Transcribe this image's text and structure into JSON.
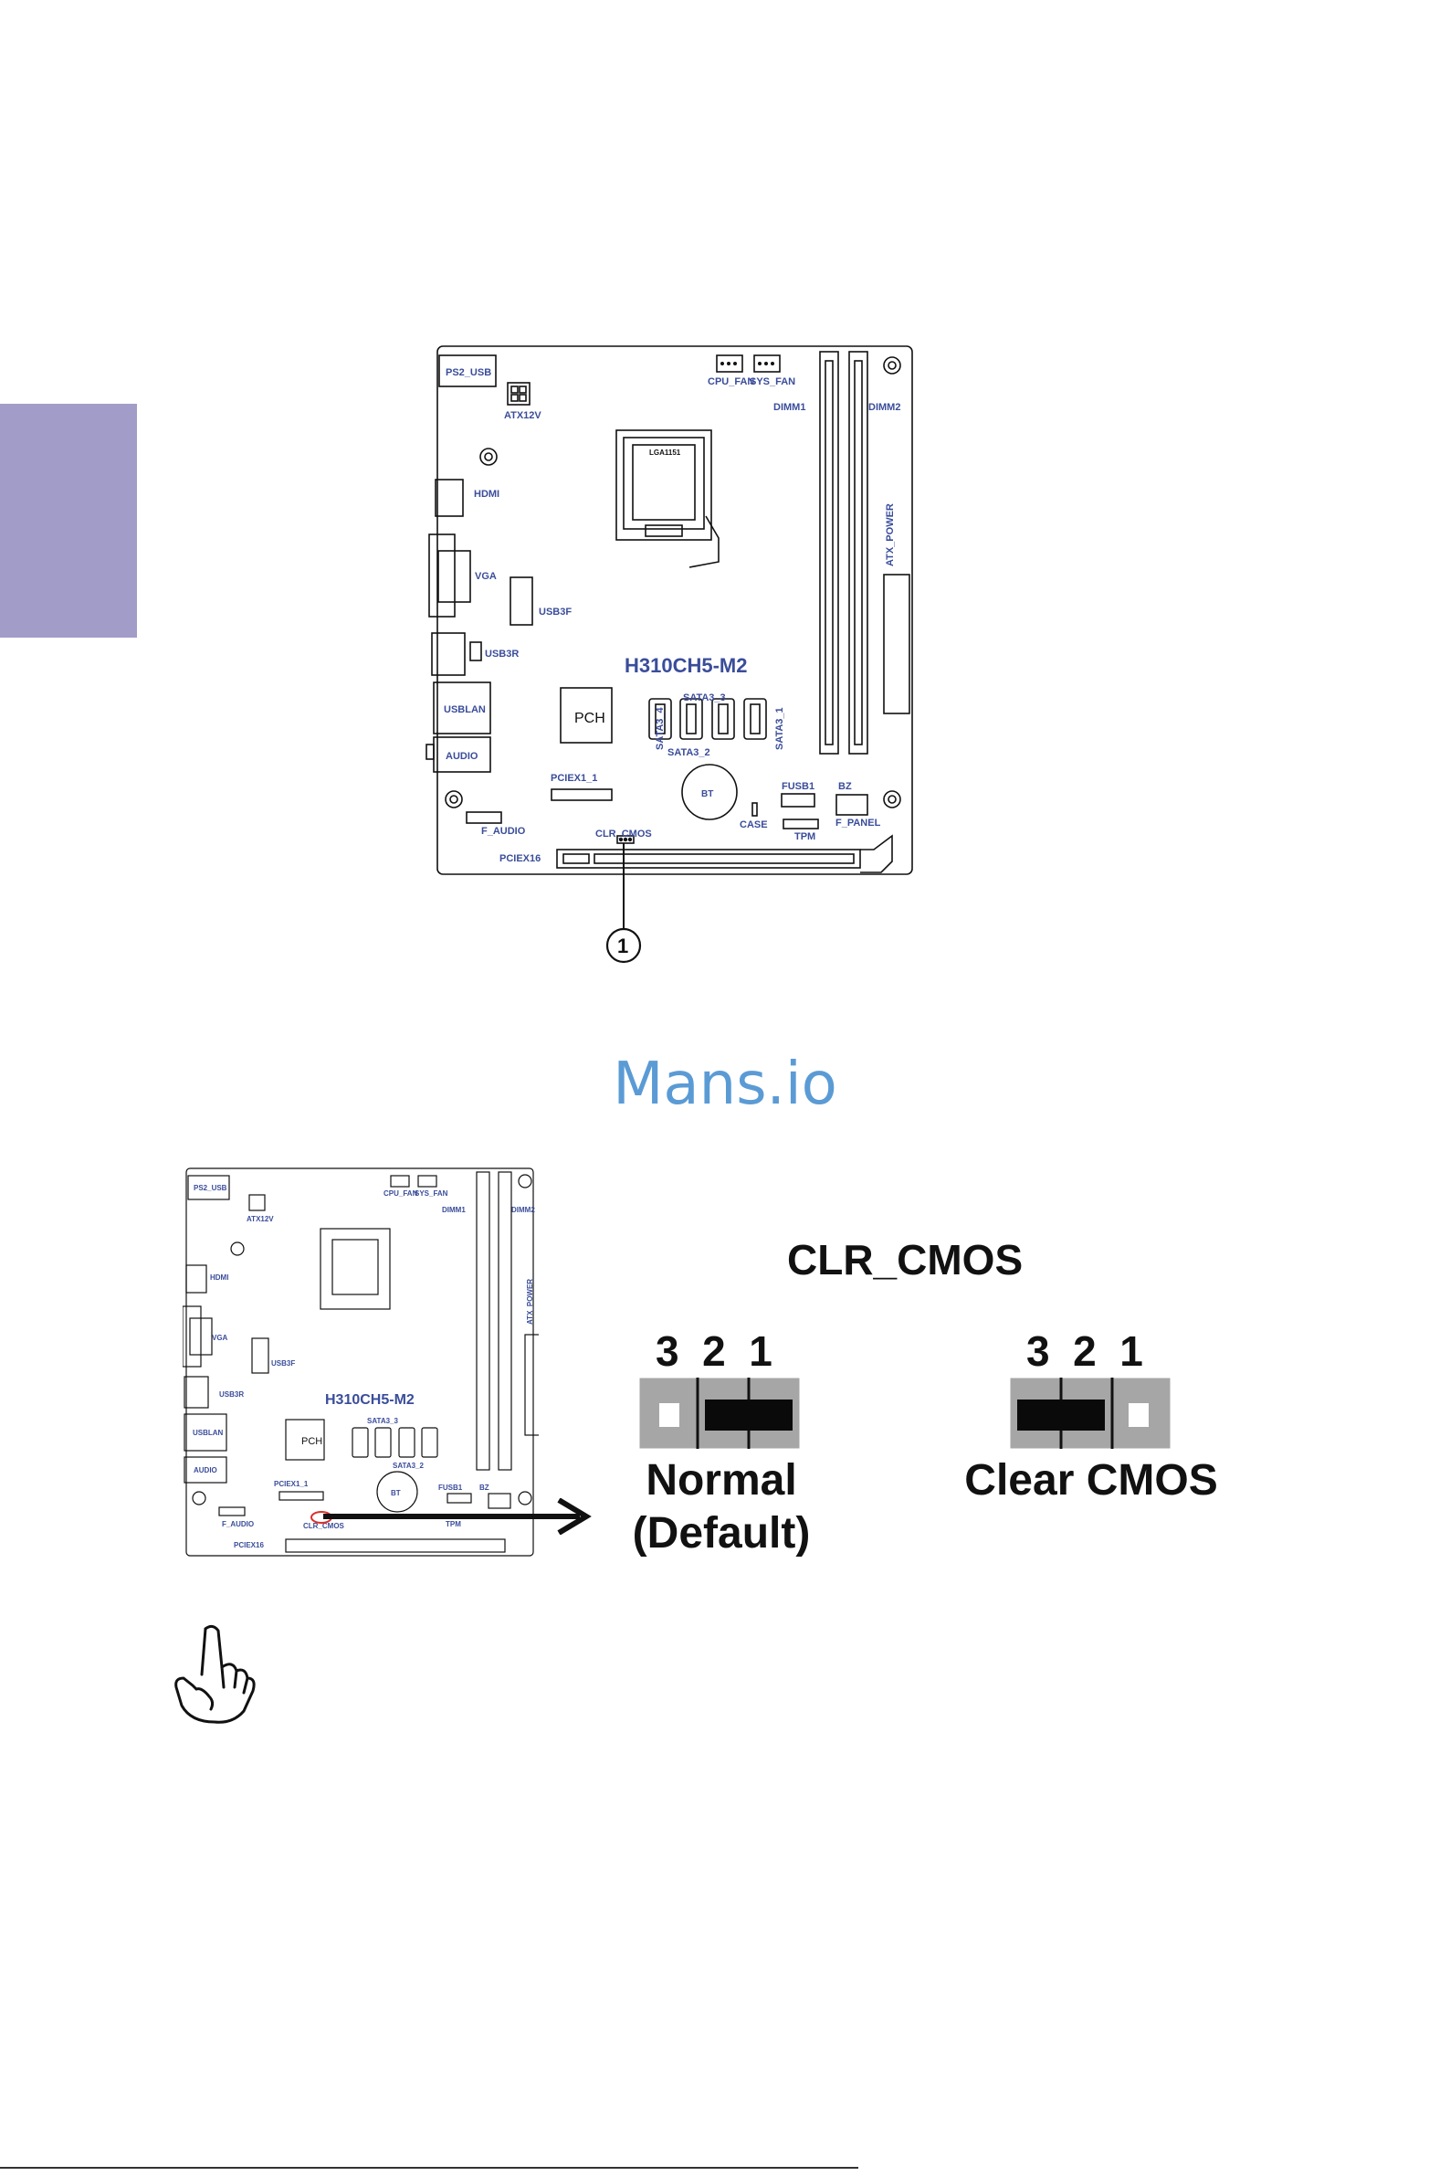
{
  "colors": {
    "side_tab": "#a29cc8",
    "label_blue": "#3a4d9a",
    "watermark": "#5b9bd5",
    "highlight": "#d9302c"
  },
  "board": {
    "model": "H310CH5-M2",
    "labels": {
      "ps2_usb": "PS2_USB",
      "atx12v": "ATX12V",
      "cpu_fan": "CPU_FAN",
      "sys_fan": "SYS_FAN",
      "dimm1": "DIMM1",
      "dimm2": "DIMM2",
      "hdmi": "HDMI",
      "vga": "VGA",
      "usb3f": "USB3F",
      "usb3r": "USB3R",
      "usblan": "USBLAN",
      "audio": "AUDIO",
      "atx_power": "ATX_POWER",
      "pch": "PCH",
      "sata3_3": "SATA3_3",
      "sata3_4": "SATA3_4",
      "sata3_2": "SATA3_2",
      "sata3_1": "SATA3_1",
      "pciex1_1": "PCIEX1_1",
      "bt": "BT",
      "fusb1": "FUSB1",
      "bz": "BZ",
      "case": "CASE",
      "f_audio": "F_AUDIO",
      "clr_cmos": "CLR_CMOS",
      "tpm": "TPM",
      "f_panel": "F_PANEL",
      "pciex16": "PCIEX16",
      "socket": "LGA1151"
    },
    "callout": "1"
  },
  "watermark": "Mans.io",
  "cmos": {
    "title": "CLR_CMOS",
    "pin_numbers": "3  2  1",
    "normal_label_1": "Normal",
    "normal_label_2": "(Default)",
    "clear_label": "Clear CMOS"
  },
  "icons": {
    "hand": "pointing-hand-icon"
  }
}
